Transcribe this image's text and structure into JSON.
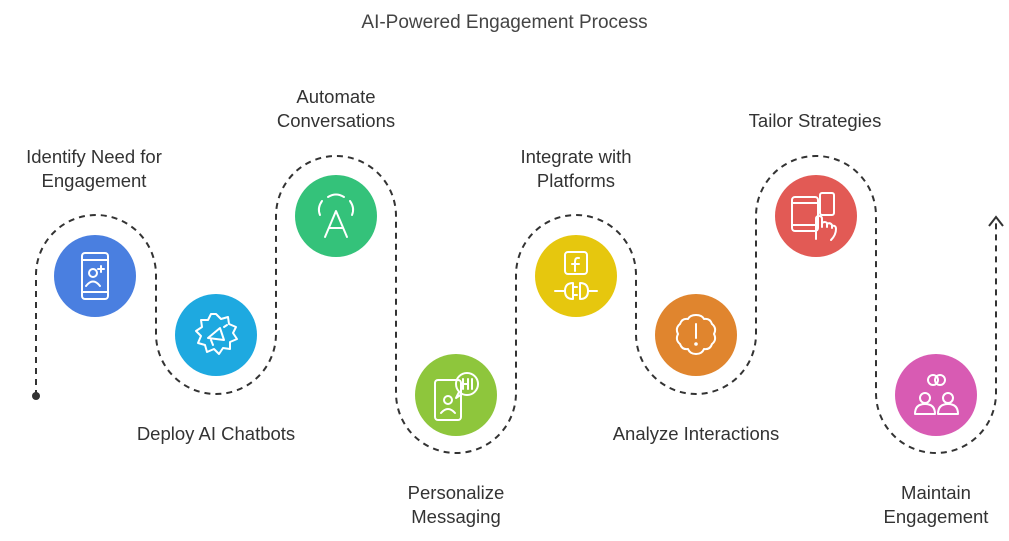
{
  "title": "AI-Powered Engagement Process",
  "steps": [
    {
      "lines": [
        "Identify Need for",
        "Engagement"
      ],
      "color": "#4a7fe0",
      "icon": "phone-add-user-icon"
    },
    {
      "lines": [
        "Deploy AI Chatbots"
      ],
      "color": "#1ea9e0",
      "icon": "megaphone-badge-icon"
    },
    {
      "lines": [
        "Automate",
        "Conversations"
      ],
      "color": "#34c27a",
      "icon": "signal-a-icon"
    },
    {
      "lines": [
        "Personalize",
        "Messaging"
      ],
      "color": "#8ec63c",
      "icon": "phone-hi-bubble-icon"
    },
    {
      "lines": [
        "Integrate with",
        "Platforms"
      ],
      "color": "#e6c70e",
      "icon": "facebook-plug-icon"
    },
    {
      "lines": [
        "Analyze Interactions"
      ],
      "color": "#e0852e",
      "icon": "alert-badge-icon"
    },
    {
      "lines": [
        "Tailor Strategies"
      ],
      "color": "#e25a55",
      "icon": "devices-hand-icon"
    },
    {
      "lines": [
        "Maintain",
        "Engagement"
      ],
      "color": "#d85bb3",
      "icon": "people-link-icon"
    }
  ]
}
